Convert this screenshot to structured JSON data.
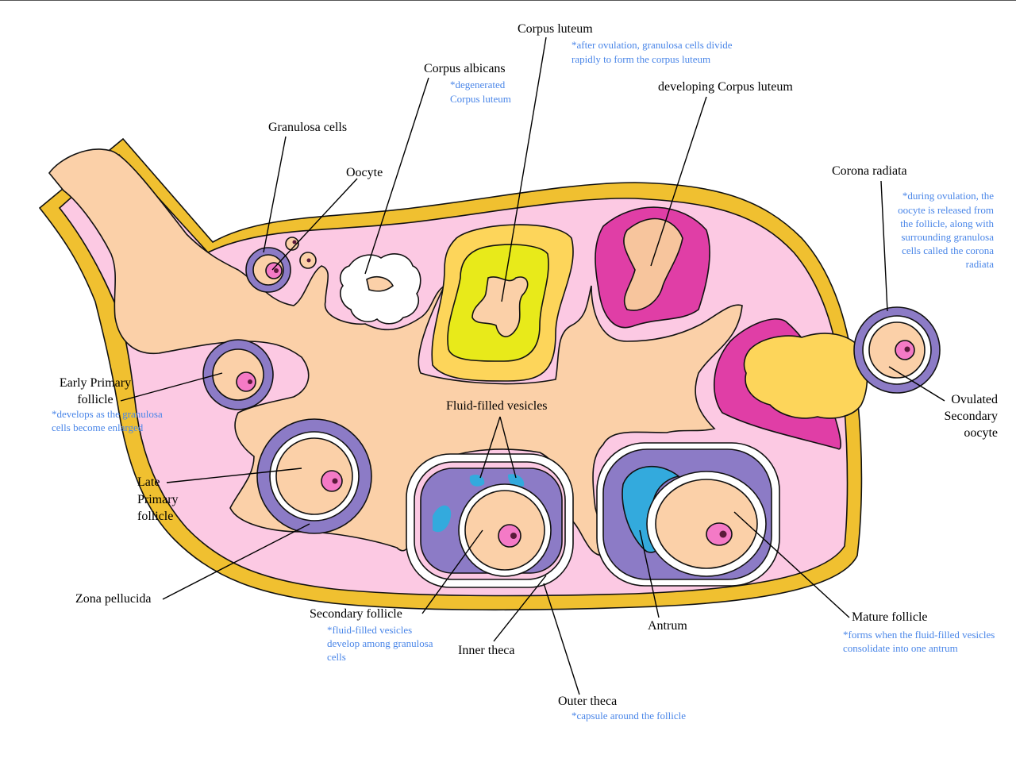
{
  "title": "Ovarian follicle development diagram",
  "colors": {
    "capsule": "#f0c030",
    "stroma": "#fcc9e3",
    "medulla": "#fbd0a8",
    "granulosa": "#8c7bc6",
    "oocyte_nucleus": "#f47ac6",
    "antrum": "#33aadd",
    "corpus_luteum_outer": "#fdd55a",
    "corpus_luteum_inner": "#e8ea1a",
    "developing_cl": "#e03ea6",
    "note_text": "#4a86e8"
  },
  "labels": {
    "corpus_luteum": {
      "title": "Corpus luteum",
      "note_1": "*after ovulation, granulosa cells divide",
      "note_2": "rapidly to form the corpus luteum"
    },
    "corpus_albicans": {
      "title": "Corpus albicans",
      "note_1": "*degenerated",
      "note_2": "Corpus luteum"
    },
    "developing_corpus_luteum": {
      "title": "developing Corpus luteum"
    },
    "granulosa_cells": {
      "title": "Granulosa cells"
    },
    "oocyte": {
      "title": "Oocyte"
    },
    "corona_radiata": {
      "title": "Corona radiata",
      "note_1": "*during ovulation, the",
      "note_2": "oocyte is released from",
      "note_3": "the follicle, along with",
      "note_4": "surrounding granulosa",
      "note_5": "cells called the corona",
      "note_6": "radiata"
    },
    "early_primary_follicle": {
      "title_1": "Early Primary",
      "title_2": "follicle",
      "note_1": "*develops as the granulosa",
      "note_2": "cells become enlarged"
    },
    "fluid_filled_vesicles": {
      "title": "Fluid-filled vesicles"
    },
    "ovulated_secondary_oocyte": {
      "title_1": "Ovulated",
      "title_2": "Secondary",
      "title_3": "oocyte"
    },
    "late_primary_follicle": {
      "title_1": "Late",
      "title_2": "Primary",
      "title_3": "follicle"
    },
    "zona_pellucida": {
      "title": "Zona pellucida"
    },
    "secondary_follicle": {
      "title": "Secondary follicle",
      "note_1": "*fluid-filled vesicles",
      "note_2": "develop among granulosa",
      "note_3": "cells"
    },
    "inner_theca": {
      "title": "Inner theca"
    },
    "antrum": {
      "title": "Antrum"
    },
    "mature_follicle": {
      "title": "Mature follicle",
      "note_1": "*forms when the fluid-filled vesicles",
      "note_2": "consolidate into one antrum"
    },
    "outer_theca": {
      "title": "Outer theca",
      "note_1": "*capsule around the follicle"
    }
  }
}
